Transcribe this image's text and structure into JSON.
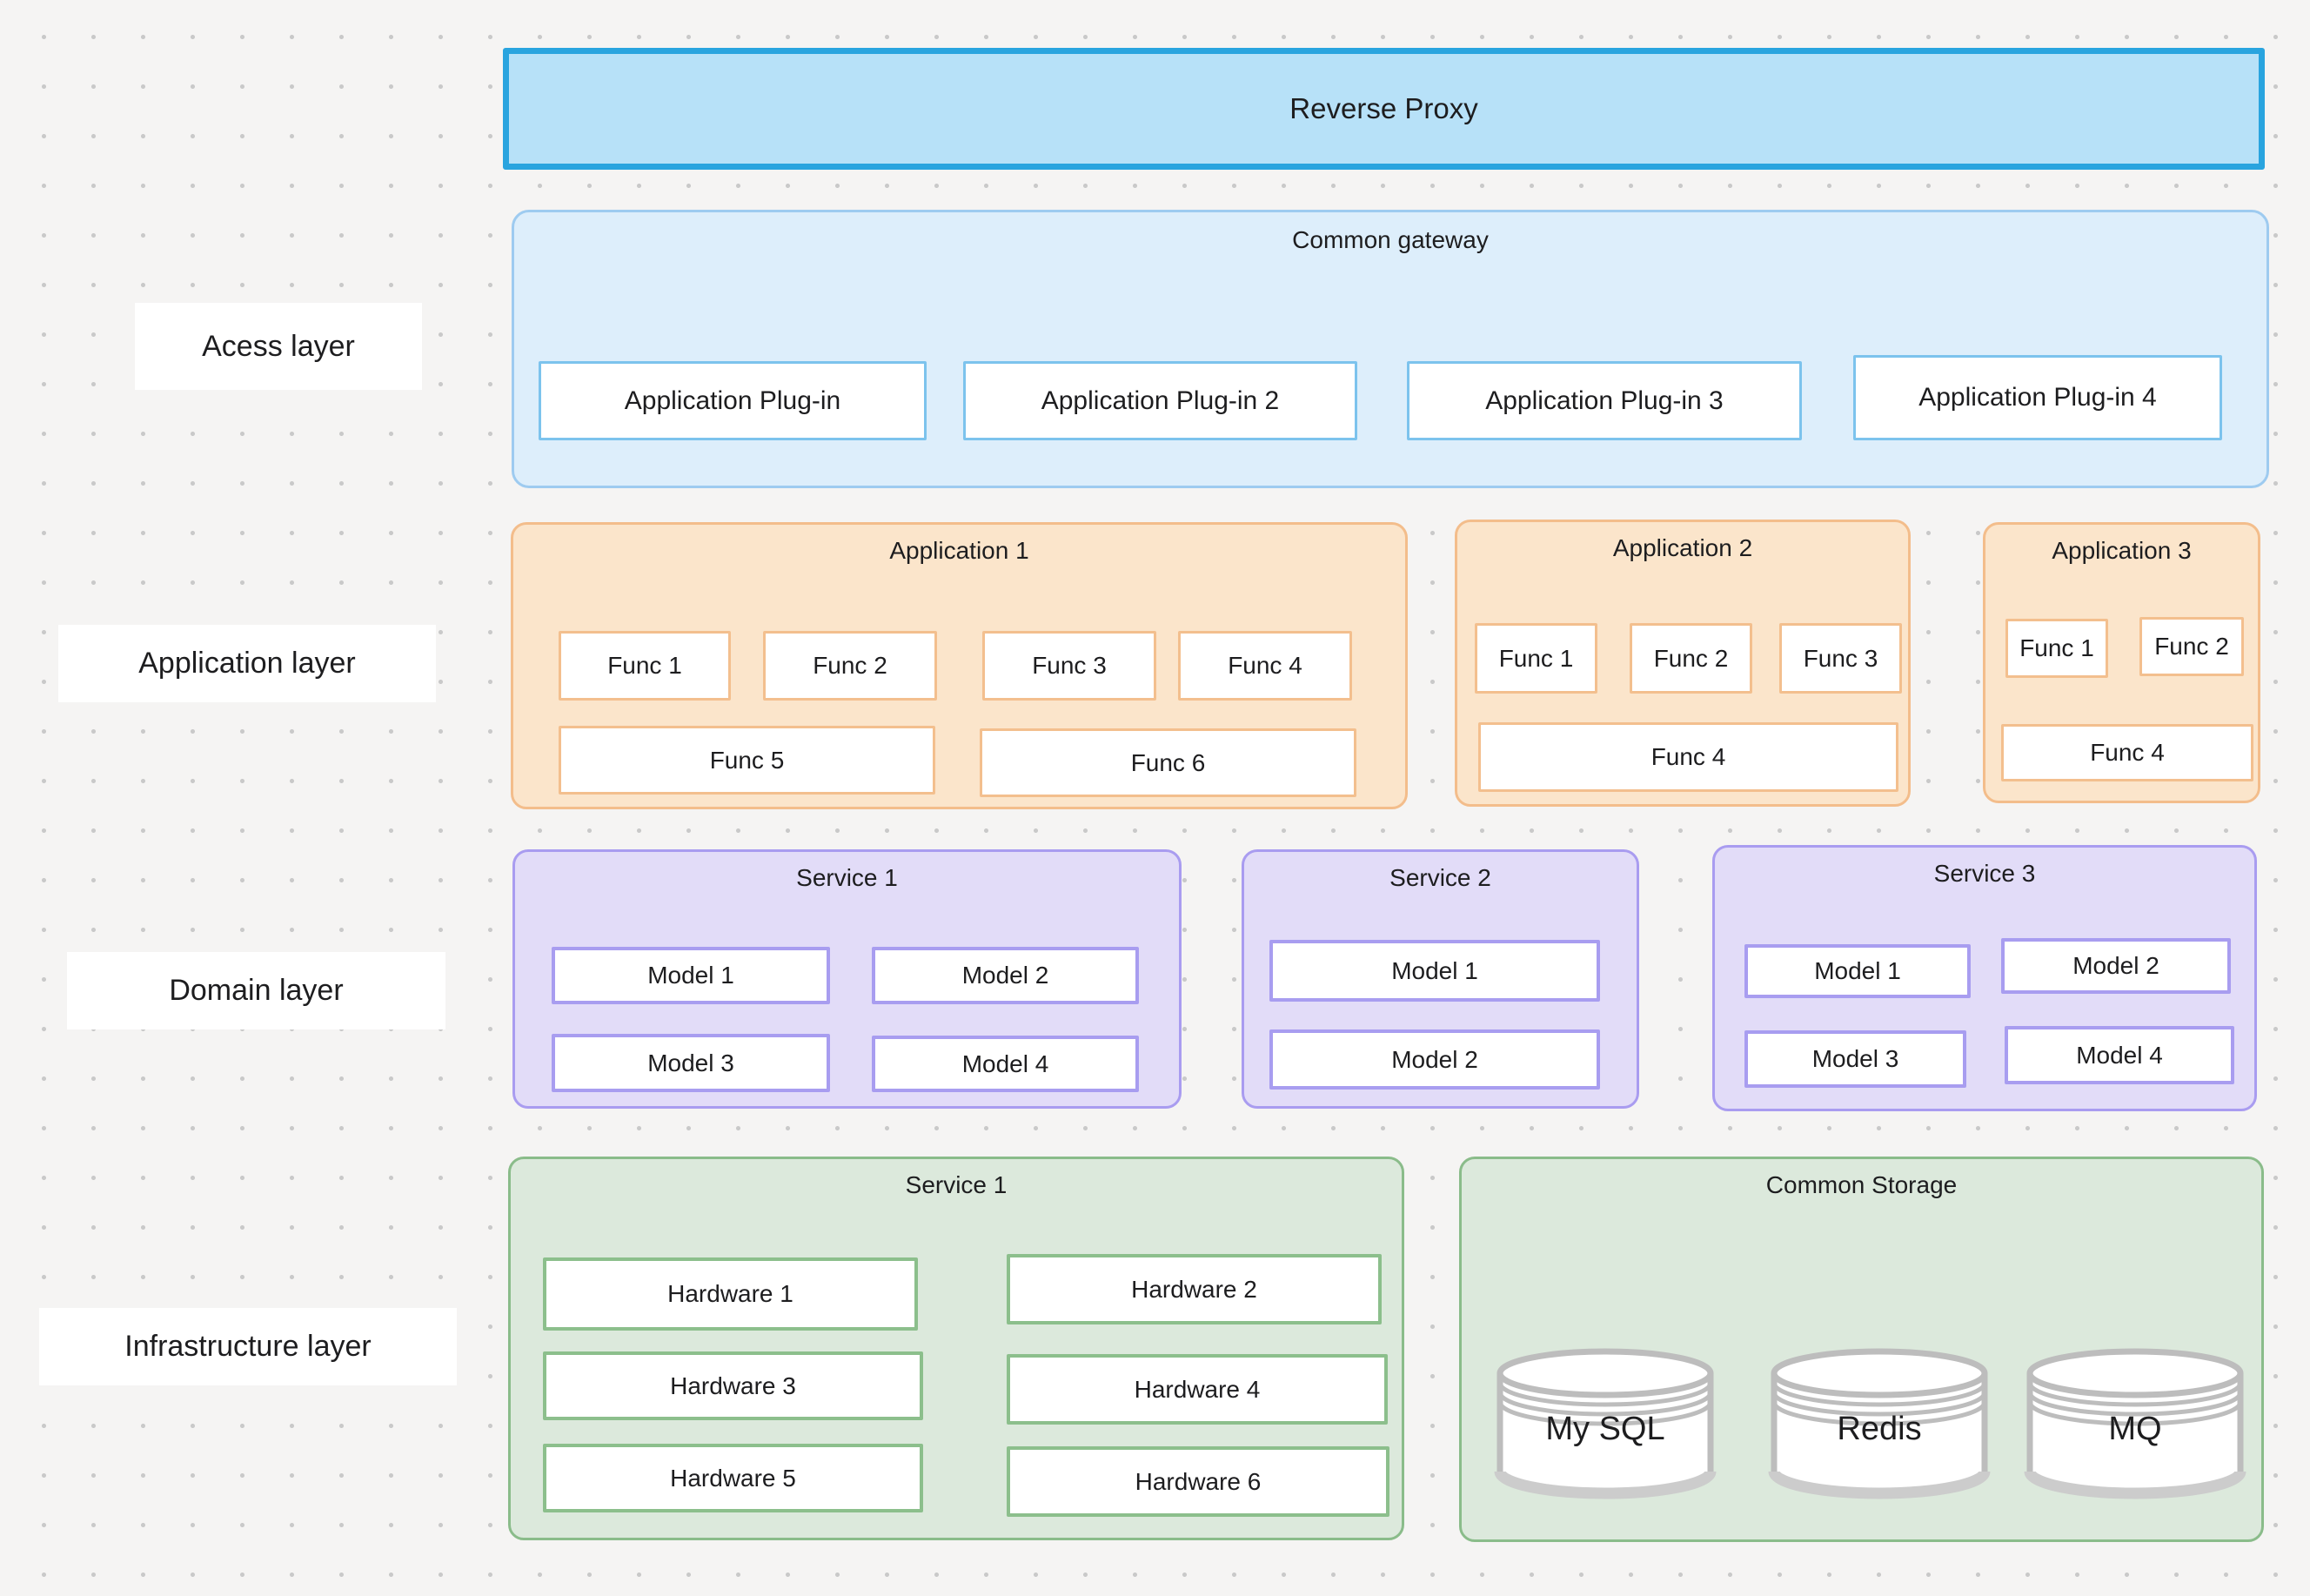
{
  "proxy": {
    "label": "Reverse Proxy"
  },
  "layers": {
    "access_label": "Acess layer",
    "application_label": "Application layer",
    "domain_label": "Domain layer",
    "infrastructure_label": "Infrastructure layer"
  },
  "gateway": {
    "title": "Common gateway",
    "plugins": [
      "Application Plug-in",
      "Application Plug-in 2",
      "Application Plug-in 3",
      "Application Plug-in 4"
    ]
  },
  "apps": [
    {
      "title": "Application 1",
      "funcs": [
        "Func 1",
        "Func 2",
        "Func 3",
        "Func 4",
        "Func 5",
        "Func 6"
      ]
    },
    {
      "title": "Application 2",
      "funcs": [
        "Func 1",
        "Func 2",
        "Func 3",
        "Func 4"
      ]
    },
    {
      "title": "Application 3",
      "funcs": [
        "Func 1",
        "Func 2",
        "Func 4"
      ]
    }
  ],
  "domain_services": [
    {
      "title": "Service 1",
      "models": [
        "Model 1",
        "Model 2",
        "Model 3",
        "Model 4"
      ]
    },
    {
      "title": "Service 2",
      "models": [
        "Model 1",
        "Model 2"
      ]
    },
    {
      "title": "Service 3",
      "models": [
        "Model 1",
        "Model 2",
        "Model 3",
        "Model 4"
      ]
    }
  ],
  "infra": {
    "service": {
      "title": "Service 1",
      "hardware": [
        "Hardware 1",
        "Hardware 2",
        "Hardware 3",
        "Hardware 4",
        "Hardware 5",
        "Hardware 6"
      ]
    },
    "storage": {
      "title": "Common Storage",
      "databases": [
        "My SQL",
        "Redis",
        "MQ"
      ]
    }
  },
  "colors": {
    "background": "#f5f4f3",
    "proxy_fill": "#b7e1f8",
    "proxy_border": "#29a4df",
    "gateway_fill": "#ddeefb",
    "gateway_border": "#9ecbf0",
    "plugin_border": "#7cc3ed",
    "application_fill": "#fbe5cb",
    "application_border": "#f3bd8b",
    "domain_fill": "#e2dcf8",
    "domain_border": "#a99cf0",
    "infrastructure_fill": "#dce9dc",
    "infrastructure_border": "#8abc8a",
    "cylinder_stroke": "#bdbdbd"
  }
}
